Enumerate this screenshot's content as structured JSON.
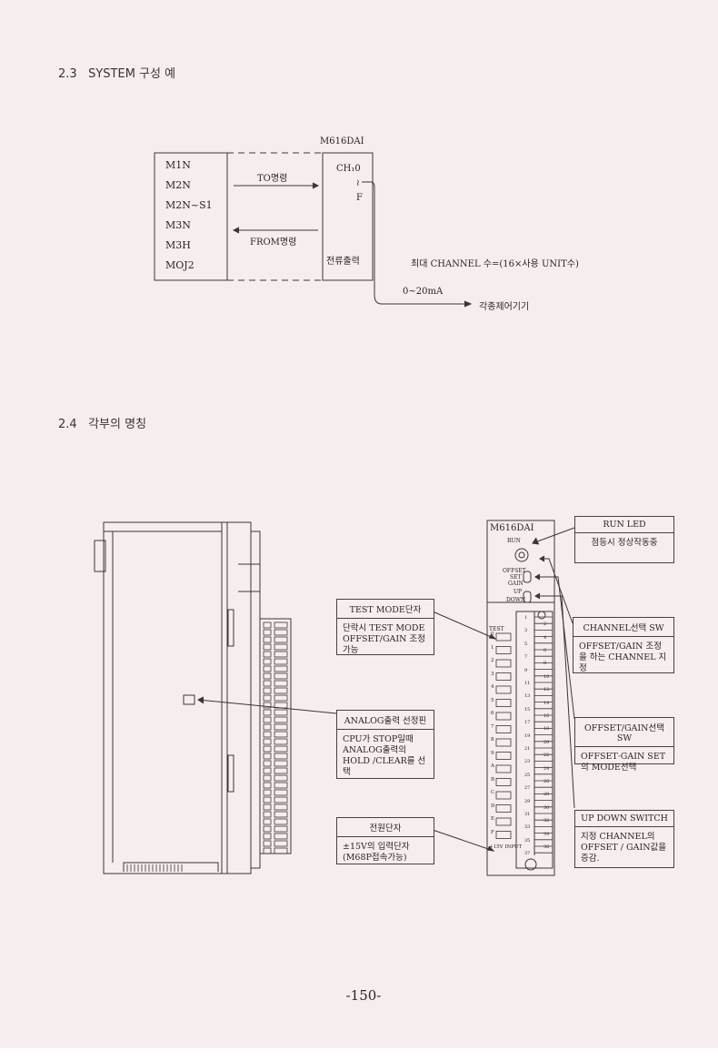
{
  "sections": {
    "s23": {
      "num": "2.3",
      "title": "SYSTEM 구성 예"
    },
    "s24": {
      "num": "2.4",
      "title": "각부의 명칭"
    }
  },
  "system_diagram": {
    "module_name": "M616DAI",
    "cpu_list": [
      "M1N",
      "M2N",
      "M2N~S1",
      "M3N",
      "M3H",
      "MOJ2"
    ],
    "to_label": "TO명령",
    "from_label": "FROM명령",
    "ch_top": "CH₁0",
    "ch_tilde": "≀",
    "ch_bottom": "F",
    "output_label": "전류출력",
    "max_channel_text": "최대 CHANNEL 수=(16×사용 UNIT수)",
    "range_label": "0~20mA",
    "target_label": "각종제어기기"
  },
  "front_panel": {
    "model": "M616DAI",
    "run_text": "RUN",
    "offset_text": "OFFSET",
    "set_text": "SET",
    "gain_text": "GAIN",
    "up_text": "UP",
    "down_text": "DOWN",
    "test_text": "TEST",
    "bottom_text": "+15V INPUT",
    "left_numbers": [
      "0",
      "1",
      "2",
      "3",
      "4",
      "5",
      "6",
      "7",
      "8",
      "9",
      "A",
      "B",
      "C",
      "D",
      "E",
      "F"
    ],
    "right_numbers": [
      "1",
      "2",
      "3",
      "4",
      "5",
      "6",
      "7",
      "8",
      "9",
      "10",
      "11",
      "12",
      "13",
      "14",
      "15",
      "16",
      "17",
      "18",
      "19",
      "20",
      "21",
      "22",
      "23",
      "24",
      "25",
      "26",
      "27",
      "28",
      "29",
      "30",
      "31",
      "32",
      "33",
      "34",
      "35",
      "36",
      "37"
    ]
  },
  "callouts": {
    "test_mode": {
      "title": "TEST MODE단자",
      "body": "단락시 TEST MODE OFFSET/GAIN 조정가능"
    },
    "analog": {
      "title": "ANALOG출력 선정핀",
      "body": "CPU가 STOP일때 ANALOG출력의 HOLD /CLEAR를 선택"
    },
    "power": {
      "title": "전원단자",
      "body": "±15V의 입력단자 (M68P접속가능)"
    },
    "run_led": {
      "title": "RUN LED",
      "body": "점등시 정상작동중"
    },
    "channel_sw": {
      "title": "CHANNEL선택 SW",
      "body": "OFFSET/GAIN 조정을 하는 CHANNEL 지정"
    },
    "offset_gain_sw": {
      "title": "OFFSET/GAIN선택SW",
      "body": "OFFSET·GAIN SET의 MODE선택"
    },
    "updown_sw": {
      "title": "UP DOWN SWITCH",
      "body": "지정 CHANNEL의 OFFSET / GAIN값을 증감."
    }
  },
  "page_number": "-150-"
}
